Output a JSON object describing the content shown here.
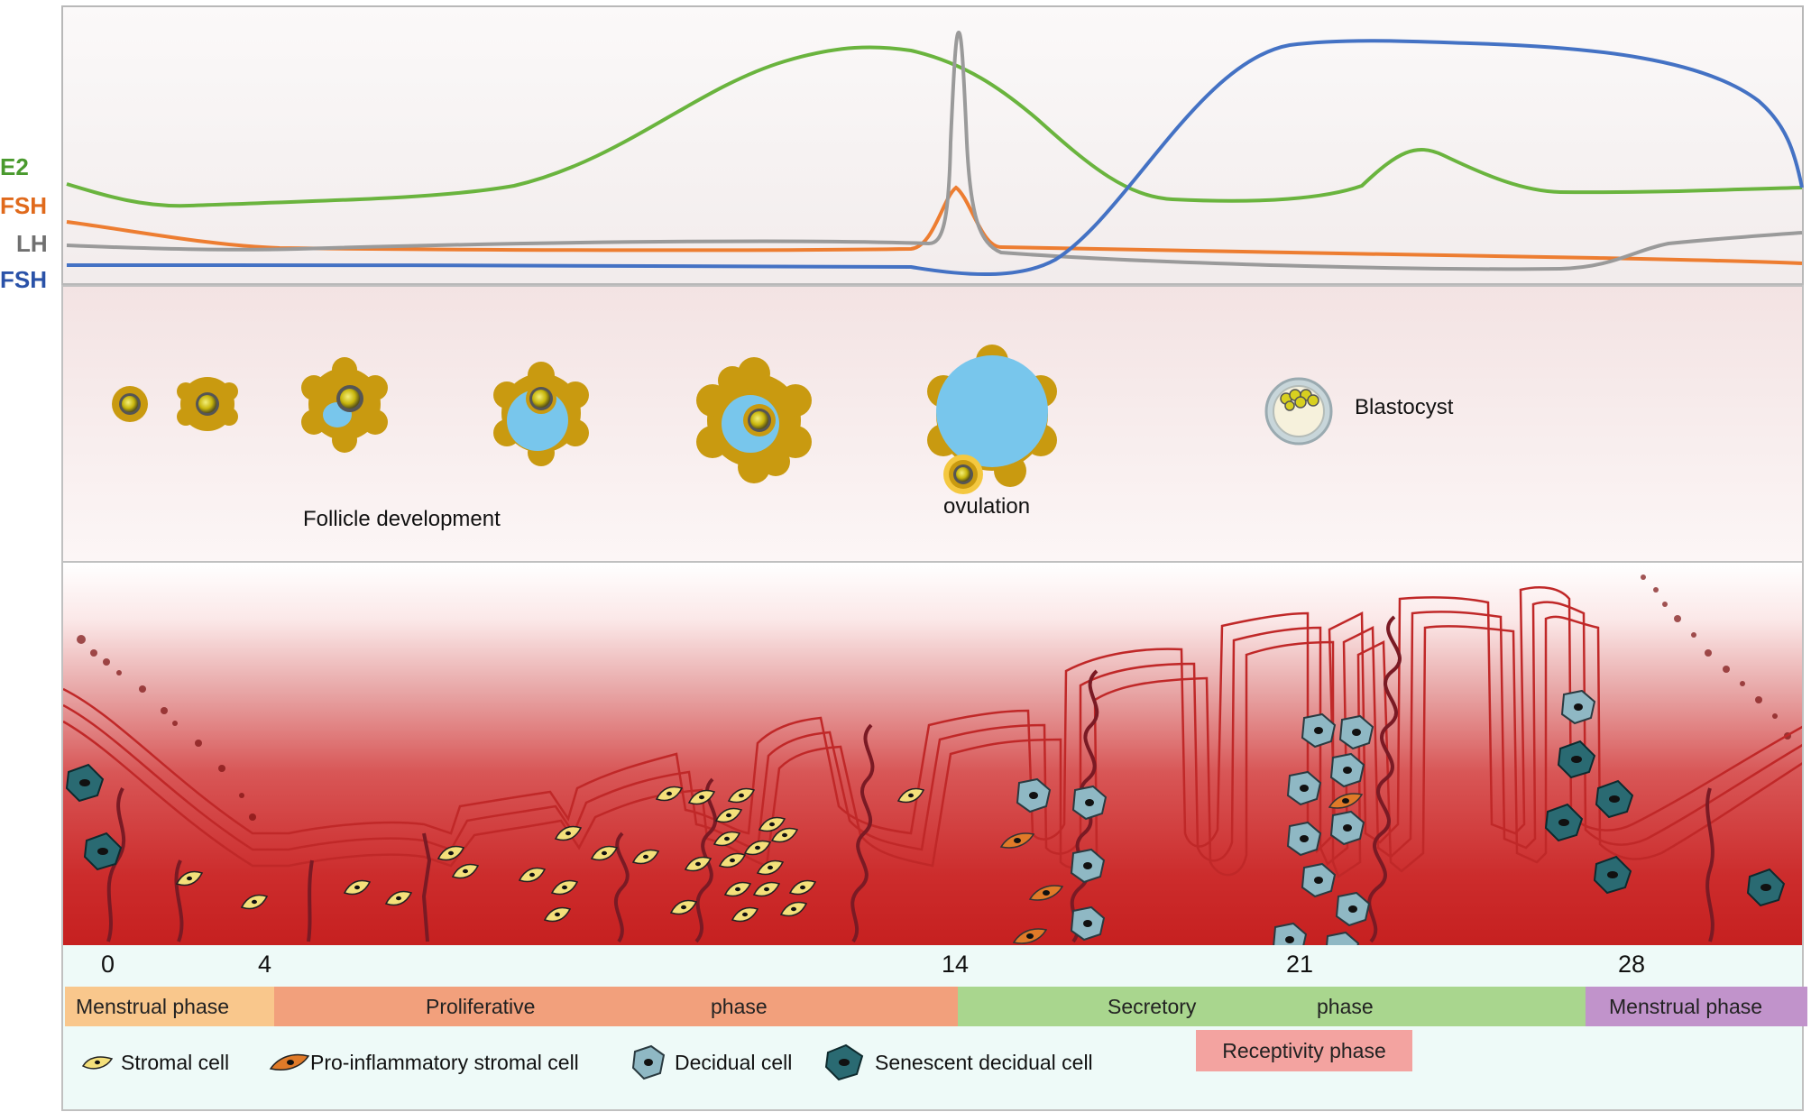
{
  "hormones": {
    "labels": [
      {
        "text": "E2",
        "color": "#4a9a2e"
      },
      {
        "text": "FSH",
        "color": "#e06a1c"
      },
      {
        "text": "LH",
        "color": "#707070"
      },
      {
        "text": "FSH",
        "color": "#2a52a8"
      }
    ],
    "curve_colors": {
      "E2": "#6ab43e",
      "FSH_orange": "#ed7d31",
      "LH": "#9a9a9a",
      "blue": "#4472c4"
    }
  },
  "ovary": {
    "follicle_label": "Follicle development",
    "ovulation_label": "ovulation",
    "blastocyst_label": "Blastocyst",
    "colors": {
      "granulosa": "#c99a10",
      "antrum": "#78c6ec",
      "oocyte": "#d8d020"
    }
  },
  "timeline": {
    "ticks": [
      "0",
      "4",
      "14",
      "21",
      "28"
    ],
    "phases": [
      {
        "label": "Menstrual phase",
        "color": "#f9c78c"
      },
      {
        "label_a": "Proliferative",
        "label_b": "phase",
        "color": "#f2a07c"
      },
      {
        "label_a": "Secretory",
        "label_b": "phase",
        "color": "#a9d68e"
      },
      {
        "label": "Menstrual phase",
        "color": "#c193cb"
      }
    ],
    "receptivity": {
      "label": "Receptivity phase",
      "color": "#f3a3a0"
    }
  },
  "legend": [
    {
      "label": "Stromal cell",
      "icon": "stromal-cell-icon"
    },
    {
      "label": "Pro-inflammatory stromal cell",
      "icon": "pro-inflammatory-cell-icon"
    },
    {
      "label": "Decidual cell",
      "icon": "decidual-cell-icon"
    },
    {
      "label": "Senescent decidual cell",
      "icon": "senescent-cell-icon"
    }
  ]
}
